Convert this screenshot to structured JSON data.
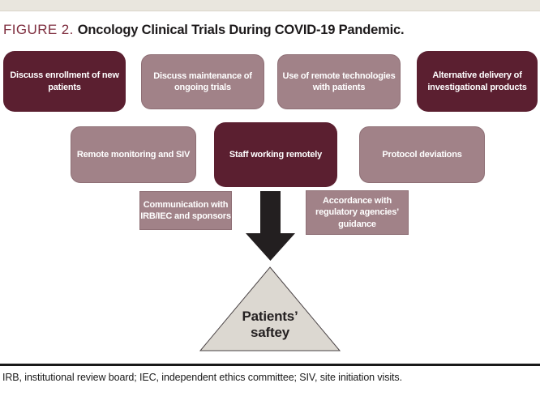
{
  "figure": {
    "label": "FIGURE 2.",
    "title": "Oncology Clinical Trials During COVID-19 Pandemic."
  },
  "colors": {
    "dark": "#5b1f30",
    "mauve": "#a18288",
    "top_strip": "#e9e6de",
    "label_maroon": "#7e2d3e",
    "arrow": "#231f20",
    "triangle_fill": "#dcd8d1",
    "triangle_stroke": "#4a4345"
  },
  "boxes": {
    "row1": [
      {
        "label": "Discuss enrollment of new patients",
        "variant": "dark",
        "lines": [
          "Discuss enrollment of new",
          "patients"
        ]
      },
      {
        "label": "Discuss maintenance of ongoing trials",
        "variant": "mauve",
        "lines": [
          "Discuss maintenance of",
          "ongoing trials"
        ]
      },
      {
        "label": "Use of remote technologies with patients",
        "variant": "mauve",
        "lines": [
          "Use of remote technologies",
          "with patients"
        ]
      },
      {
        "label": "Alternative delivery of investigational products",
        "variant": "dark",
        "lines": [
          "Alternative delivery of",
          "investigational products"
        ]
      }
    ],
    "row2": [
      {
        "label": "Remote monitoring and SIV",
        "variant": "mauve",
        "lines": [
          "Remote monitoring and SIV"
        ]
      },
      {
        "label": "Staff working remotely",
        "variant": "dark",
        "lines": [
          "Staff working remotely"
        ]
      },
      {
        "label": "Protocol deviations",
        "variant": "mauve",
        "lines": [
          "Protocol deviations"
        ]
      }
    ],
    "row3": [
      {
        "label": "Communication with IRB/IEC and sponsors",
        "variant": "flat",
        "lines": [
          "Communication with",
          "IRB/IEC and sponsors"
        ]
      },
      {
        "label": "Accordance with regulatory agencies’ guidance",
        "variant": "flat",
        "lines": [
          "Accordance with",
          "regulatory agencies’",
          "guidance"
        ]
      }
    ]
  },
  "triangle": {
    "label": "Patients’ saftey",
    "lines": [
      "Patients’",
      "saftey"
    ]
  },
  "footnote": "IRB, institutional review board; IEC, independent ethics committee; SIV, site initiation visits."
}
